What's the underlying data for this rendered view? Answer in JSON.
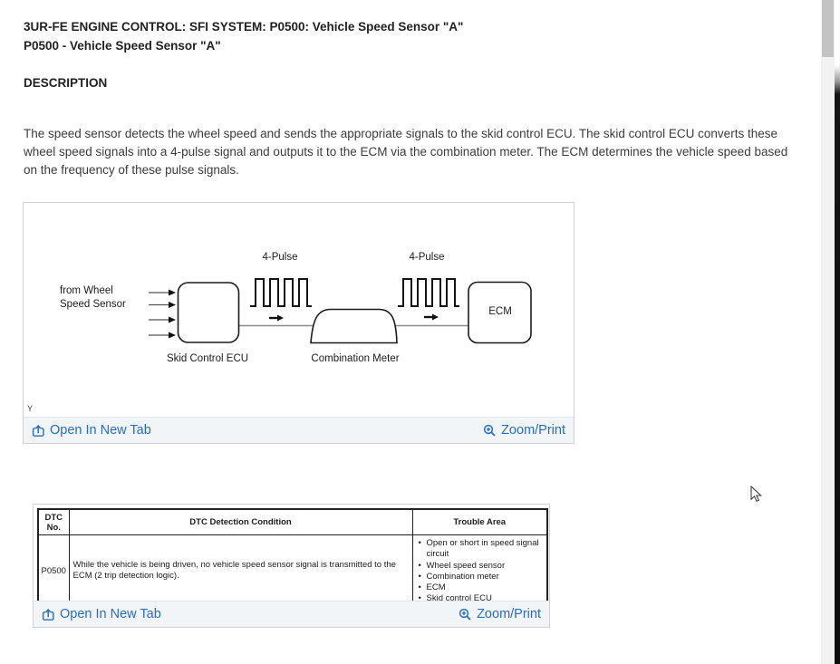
{
  "page": {
    "title_line1": "3UR-FE ENGINE CONTROL: SFI SYSTEM: P0500: Vehicle Speed Sensor \"A\"",
    "title_line2": "P0500 - Vehicle Speed Sensor \"A\"",
    "section_heading": "DESCRIPTION",
    "description_paragraph": "The speed sensor detects the wheel speed and sends the appropriate signals to the skid control ECU. The skid control ECU converts these wheel speed signals into a 4-pulse signal and outputs it to the ECM via the combination meter. The ECM determines the vehicle speed based on the frequency of these pulse signals."
  },
  "diagram": {
    "labels": {
      "pulse_left": "4-Pulse",
      "pulse_right": "4-Pulse",
      "source_line1": "from Wheel",
      "source_line2": "Speed Sensor",
      "skid_ecu": "Skid Control ECU",
      "combination_meter": "Combination Meter",
      "ecm": "ECM",
      "watermark": "Y"
    },
    "footer": {
      "open_link": "Open In New Tab",
      "zoom_link": "Zoom/Print"
    }
  },
  "dtc_table": {
    "headers": [
      "DTC No.",
      "DTC Detection Condition",
      "Trouble Area"
    ],
    "rows": [
      {
        "dtc_no": "P0500",
        "detection_condition": "While the vehicle is being driven, no vehicle speed sensor signal is transmitted to the ECM (2 trip detection logic).",
        "trouble_areas": [
          "Open or short in speed signal circuit",
          "Wheel speed sensor",
          "Combination meter",
          "ECM",
          "Skid control ECU"
        ]
      }
    ],
    "footer": {
      "open_link": "Open In New Tab",
      "zoom_link": "Zoom/Print"
    }
  },
  "colors": {
    "link_blue": "#2a6dbc",
    "footer_bg": "#f2f5f8",
    "panel_border": "#d2d2d2",
    "table_border": "#222222",
    "scroll_thumb": "#c3c3c3"
  }
}
